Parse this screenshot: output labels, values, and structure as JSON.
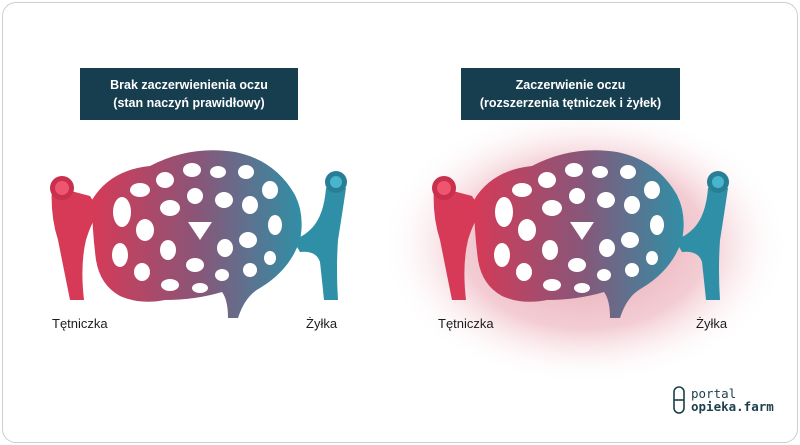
{
  "panels": [
    {
      "title_line1": "Brak zaczerwienienia oczu",
      "title_line2": "(stan naczyń prawidłowy)",
      "artery_label": "Tętniczka",
      "vein_label": "Żyłka"
    },
    {
      "title_line1": "Zaczerwienie oczu",
      "title_line2": "(rozszerzenia tętniczek i żyłek)",
      "artery_label": "Tętniczka",
      "vein_label": "Żyłka"
    }
  ],
  "brand": {
    "line1": "portal",
    "line2": "opieka.farm"
  },
  "colors": {
    "artery": "#d63a57",
    "vein": "#2f8fa6",
    "title_bg": "#163e4e",
    "glow": "#e8a2af"
  }
}
